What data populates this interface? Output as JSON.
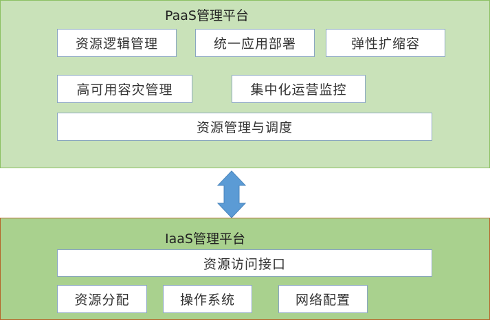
{
  "paas": {
    "title": "PaaS管理平台",
    "modules": [
      "资源逻辑管理",
      "统一应用部署",
      "弹性扩缩容",
      "高可用容灾管理",
      "集中化运营监控"
    ],
    "base": "资源管理与调度"
  },
  "iaas": {
    "title": "IaaS管理平台",
    "interface": "资源访问接口",
    "modules": [
      "资源分配",
      "操作系统",
      "网络配置"
    ]
  },
  "colors": {
    "paas_bg": "#c9e2b9",
    "iaas_bg": "#a9d18e",
    "arrow": "#5b9bd5"
  }
}
